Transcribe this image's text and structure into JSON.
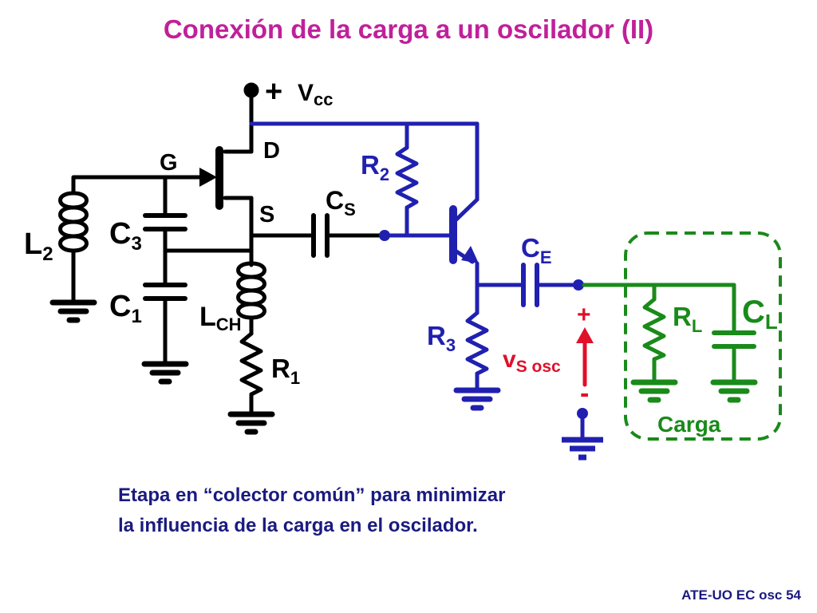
{
  "title": "Conexión de la carga a un oscilador (II)",
  "labels": {
    "plus_supply": "+",
    "vcc_main": "V",
    "vcc_sub": "cc",
    "G": "G",
    "D": "D",
    "S": "S",
    "R2_main": "R",
    "R2_sub": "2",
    "CS_main": "C",
    "CS_sub": "S",
    "C3_main": "C",
    "C3_sub": "3",
    "L2_main": "L",
    "L2_sub": "2",
    "C1_main": "C",
    "C1_sub": "1",
    "LCH_main": "L",
    "LCH_sub": "CH",
    "R1_main": "R",
    "R1_sub": "1",
    "CE_main": "C",
    "CE_sub": "E",
    "R3_main": "R",
    "R3_sub": "3",
    "vs_plus": "+",
    "vs_minus": "-",
    "vs_main": "v",
    "vs_sub": "S osc",
    "RL_main": "R",
    "RL_sub": "L",
    "CL_main": "C",
    "CL_sub": "L",
    "carga": "Carga"
  },
  "note": {
    "line1": "Etapa en “colector común” para minimizar",
    "line2": "la influencia de la carga en el oscilador."
  },
  "footer": "ATE-UO EC osc 54",
  "colors": {
    "title": "#c0209a",
    "black_circuit": "#000000",
    "blue_circuit": "#2020b0",
    "green_load": "#1a8a1a",
    "red_voltage": "#e0102a",
    "text_blue": "#1a1a80"
  }
}
